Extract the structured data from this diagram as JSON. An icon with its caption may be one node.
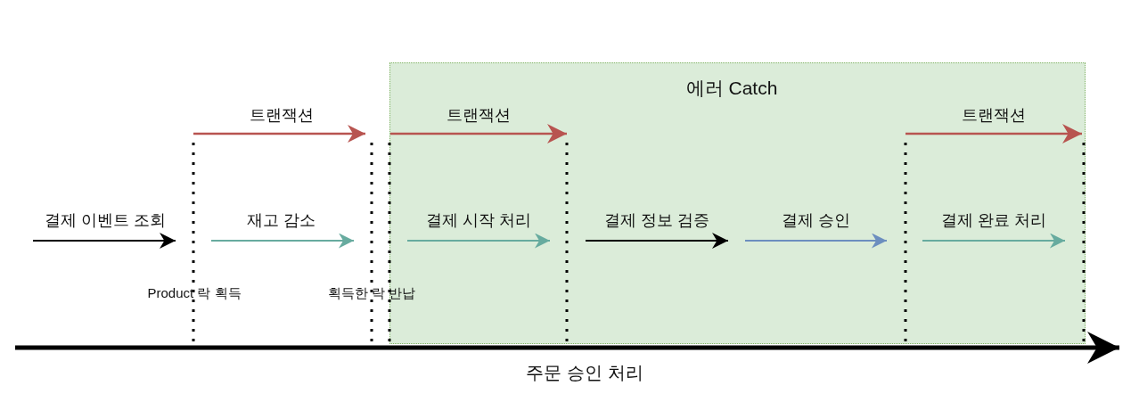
{
  "diagram": {
    "nodes": [
      {
        "text": [
          "에러 Catch"
        ]
      }
    ],
    "labels": [
      "트랜잭션",
      "트랜잭션",
      "트랜잭션",
      "결제 이벤트 조회",
      "재고 감소",
      "결제 시작 처리",
      "결제 정보 검증",
      "결제 승인",
      "결제 완료 처리",
      "Product 락 획득",
      "획득한 락 반납",
      "주문 승인 처리"
    ]
  }
}
